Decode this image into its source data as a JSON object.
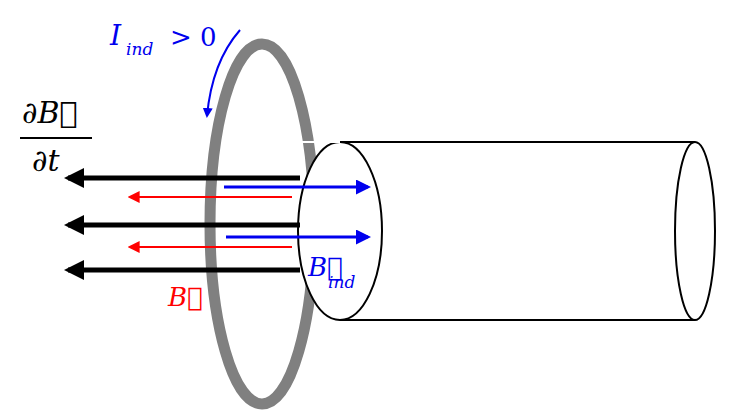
{
  "diagram": {
    "labels": [
      "I",
      "ind",
      "> 0",
      "∂B⃗",
      "∂t",
      "B⃗",
      "B⃗",
      "ind"
    ]
  }
}
